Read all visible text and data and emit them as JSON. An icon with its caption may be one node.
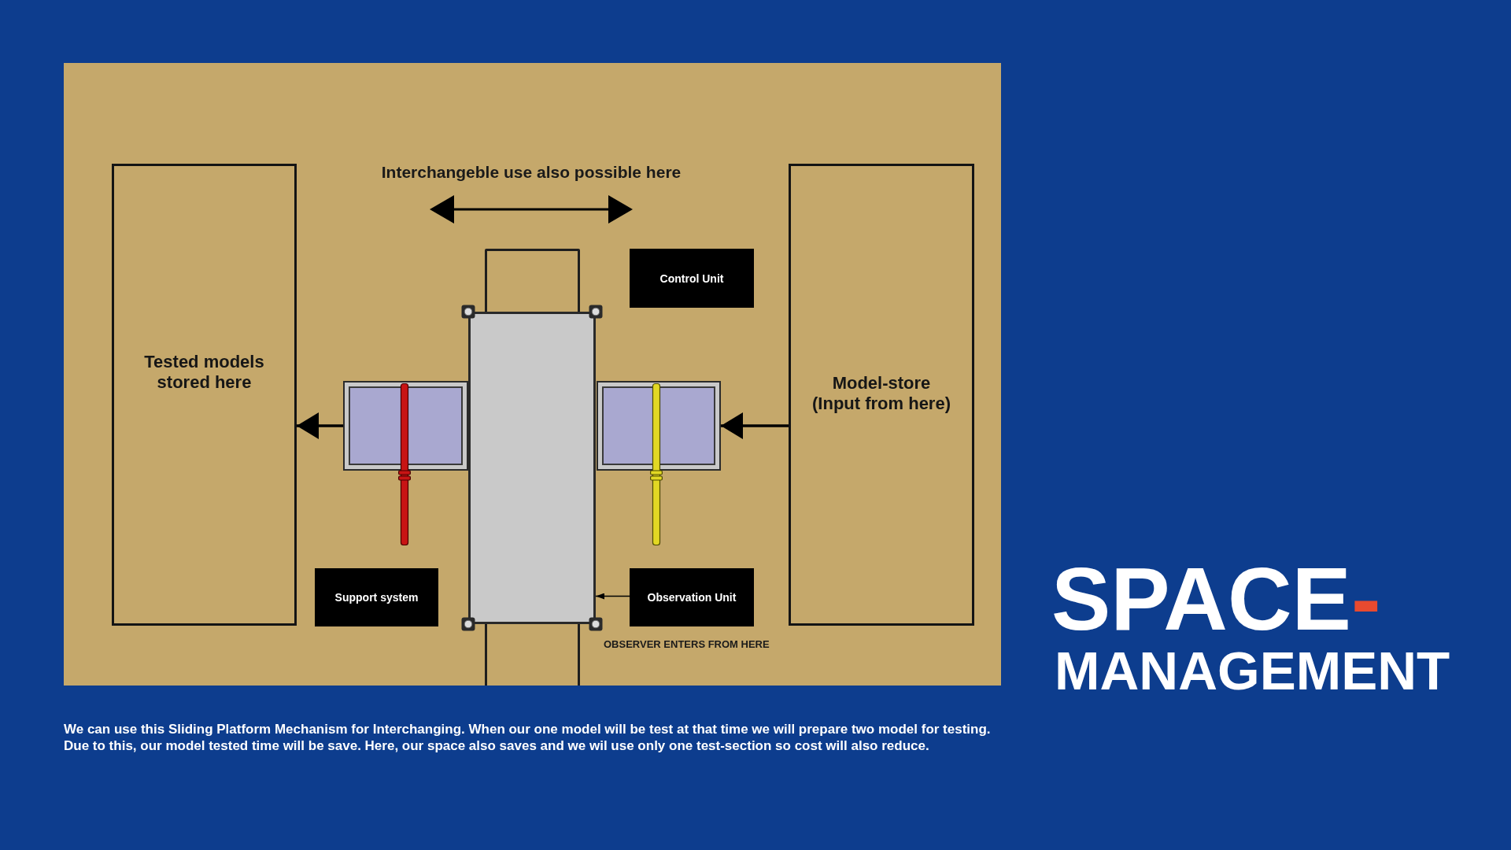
{
  "diagram": {
    "title": "SPACE- MANAGEMENT",
    "caption": "We can use this Sliding Platform Mechanism for Interchanging. When our one model will be test at that time we will prepare two model for testing. Due to this, our model tested time will be save. Here, our space also saves and we wil use only one test-section so cost will also reduce.",
    "nodes": [
      {
        "text": [
          "Tested models stored here"
        ]
      },
      {
        "text": [
          "Model-store (Input from here)"
        ]
      },
      {
        "text": [],
        "shape": "box"
      },
      {
        "text": [
          "Control Unit"
        ]
      },
      {
        "text": [],
        "shape": "box"
      },
      {
        "text": [],
        "shape": "box"
      },
      {
        "text": [],
        "shape": "box"
      },
      {
        "text": [
          "Support system"
        ]
      },
      {
        "text": [
          "Observation Unit"
        ]
      },
      {
        "text": [],
        "shape": "box"
      }
    ],
    "edges": [
      {
        "from": 5,
        "to": 0,
        "arrow": "to"
      },
      {
        "from": 1,
        "to": 6,
        "arrow": "to"
      },
      {
        "from": 8,
        "to": 4,
        "arrow": "to"
      }
    ],
    "labels": [
      "Interchangeble use also possible here",
      "OBSERVER ENTERS FROM HERE"
    ]
  }
}
